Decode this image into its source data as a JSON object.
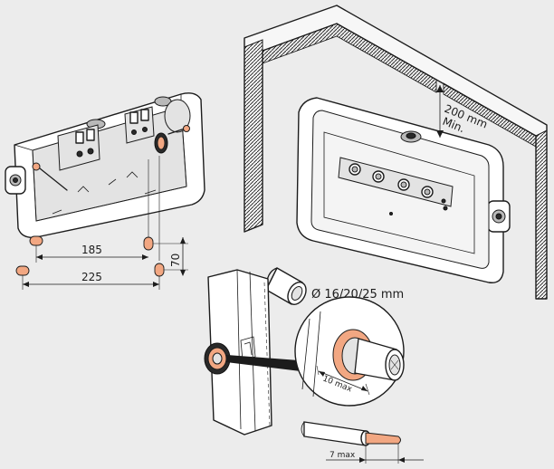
{
  "dimensions": {
    "spacing_inner": "185",
    "spacing_outer": "225",
    "height": "70",
    "clearance": "200 mm",
    "clearance_min": "Min.",
    "conduit": "Ø 16/20/25 mm",
    "cable_insert": "10 max",
    "cable_strip": "7 max"
  },
  "colors": {
    "background": "#ececec",
    "seal": "#f2a782"
  }
}
